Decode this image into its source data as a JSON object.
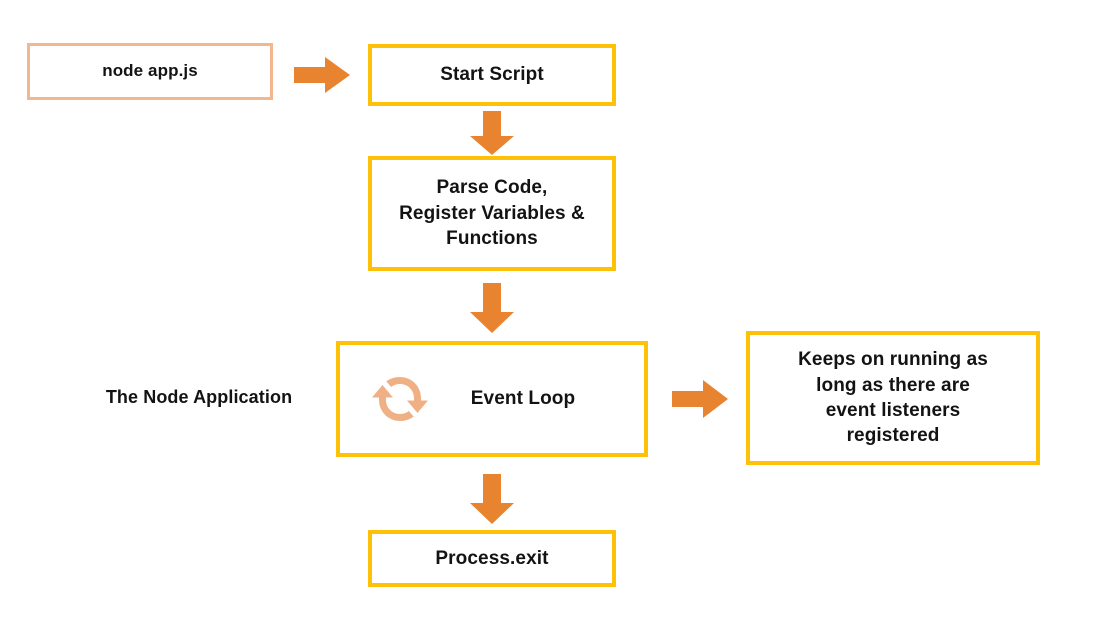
{
  "diagram": {
    "title_label": "The Node Application",
    "colors": {
      "amber_border": "#FFC107",
      "salmon_border": "#F3B78E",
      "arrow_orange": "#E8832F",
      "loop_icon": "#F0B085",
      "text": "#131313",
      "background": "#FFFFFF"
    },
    "nodes": [
      {
        "id": "command",
        "label": "node app.js",
        "border": "salmon",
        "icon": null
      },
      {
        "id": "start",
        "label": "Start Script",
        "border": "amber",
        "icon": null
      },
      {
        "id": "parse",
        "label": "Parse Code,\nRegister Variables &\nFunctions",
        "border": "amber",
        "icon": null
      },
      {
        "id": "event-loop",
        "label": "Event Loop",
        "border": "amber",
        "icon": "loop-refresh-icon"
      },
      {
        "id": "listeners",
        "label": "Keeps on running as\nlong as there are\nevent listeners\nregistered",
        "border": "amber",
        "icon": null
      },
      {
        "id": "exit",
        "label": "Process.exit",
        "border": "amber",
        "icon": null
      }
    ],
    "arrows": [
      {
        "id": "command-to-start",
        "direction": "right",
        "icon": "arrow-right-icon"
      },
      {
        "id": "start-to-parse",
        "direction": "down",
        "icon": "arrow-down-icon"
      },
      {
        "id": "parse-to-event-loop",
        "direction": "down",
        "icon": "arrow-down-icon"
      },
      {
        "id": "event-loop-to-exit",
        "direction": "down",
        "icon": "arrow-down-icon"
      },
      {
        "id": "event-loop-to-listeners",
        "direction": "right",
        "icon": "arrow-right-icon"
      }
    ]
  }
}
